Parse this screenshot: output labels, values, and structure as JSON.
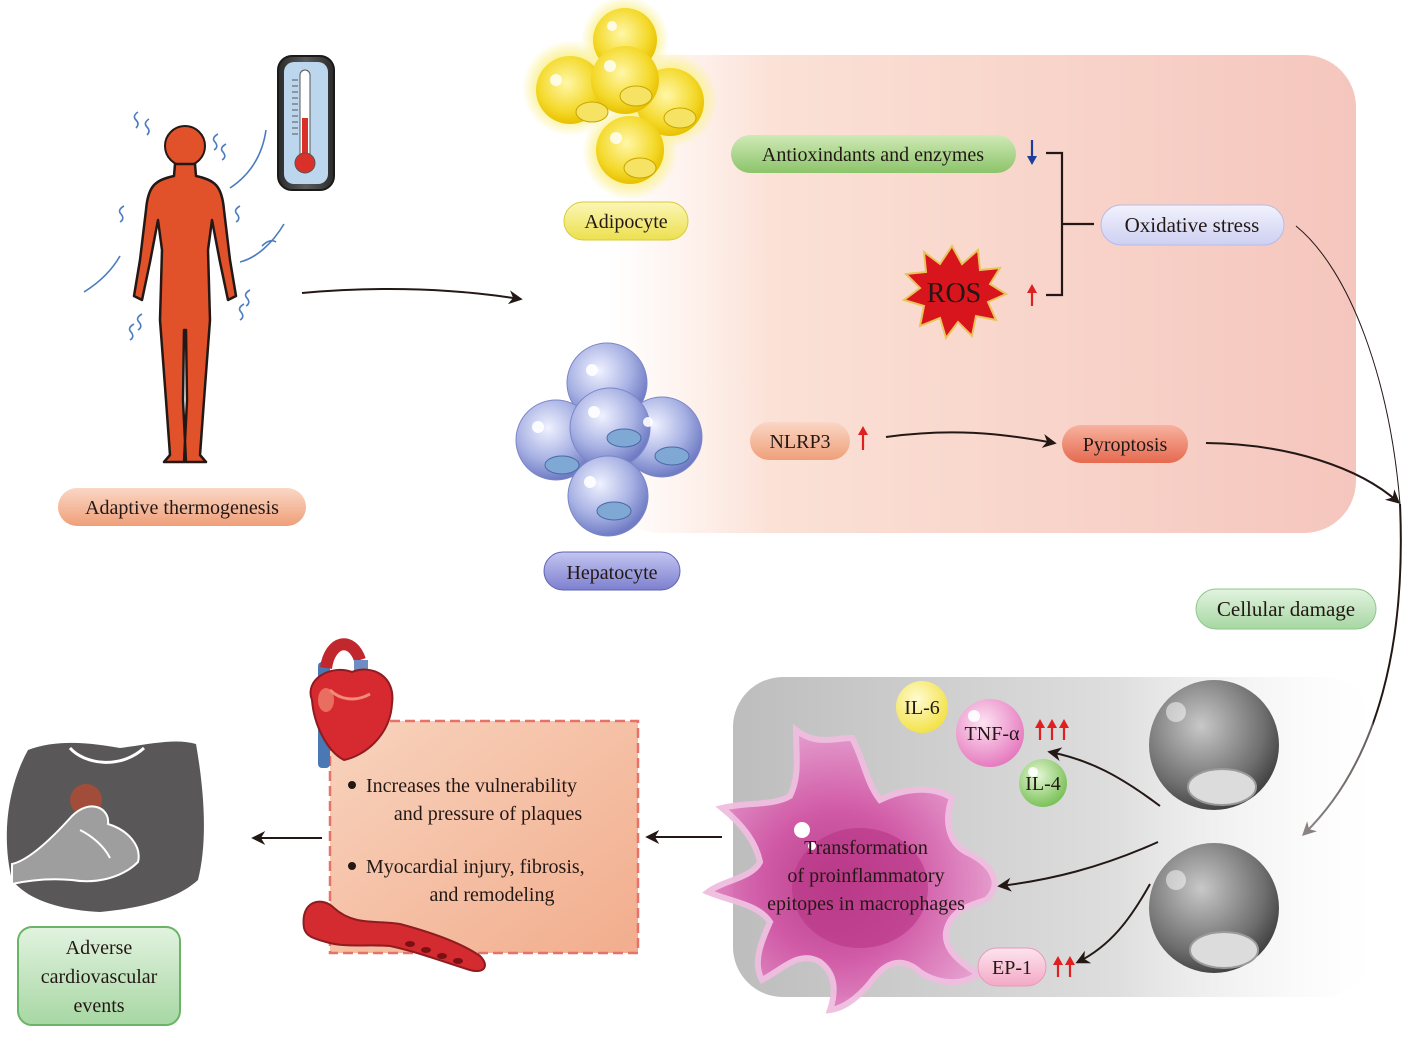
{
  "labels": {
    "adaptive_thermogenesis": "Adaptive thermogenesis",
    "adipocyte": "Adipocyte",
    "hepatocyte": "Hepatocyte",
    "antioxidants": "Antioxindants and enzymes",
    "ros": "ROS",
    "oxidative_stress": "Oxidative stress",
    "nlrp3": "NLRP3",
    "pyroptosis": "Pyroptosis",
    "cellular_damage": "Cellular damage",
    "il6": "IL-6",
    "tnfa": "TNF-α",
    "il4": "IL-4",
    "ep1": "EP-1",
    "macrophage_line1": "Transformation",
    "macrophage_line2": "of proinflammatory",
    "macrophage_line3": "epitopes in macrophages",
    "plaque_line1": "Increases the vulnerability",
    "plaque_line2": "and pressure of plaques",
    "myocardial_line1": "Myocardial injury, fibrosis,",
    "myocardial_line2": "and remodeling",
    "adverse_line1": "Adverse",
    "adverse_line2": "cardiovascular",
    "adverse_line3": "events"
  },
  "colors": {
    "body": "#e2522a",
    "peach_panel": "#f6cbc0",
    "green_pill": "#8cc46a",
    "lavender_pill": "#dcdcf4",
    "orange_pill": "#f0a27e",
    "red_pill": "#eb7660",
    "ros_star": "#d8141c",
    "macrophage": "#d557a8",
    "arrow_up": "#e02020",
    "arrow_down": "#1c3d9a"
  }
}
